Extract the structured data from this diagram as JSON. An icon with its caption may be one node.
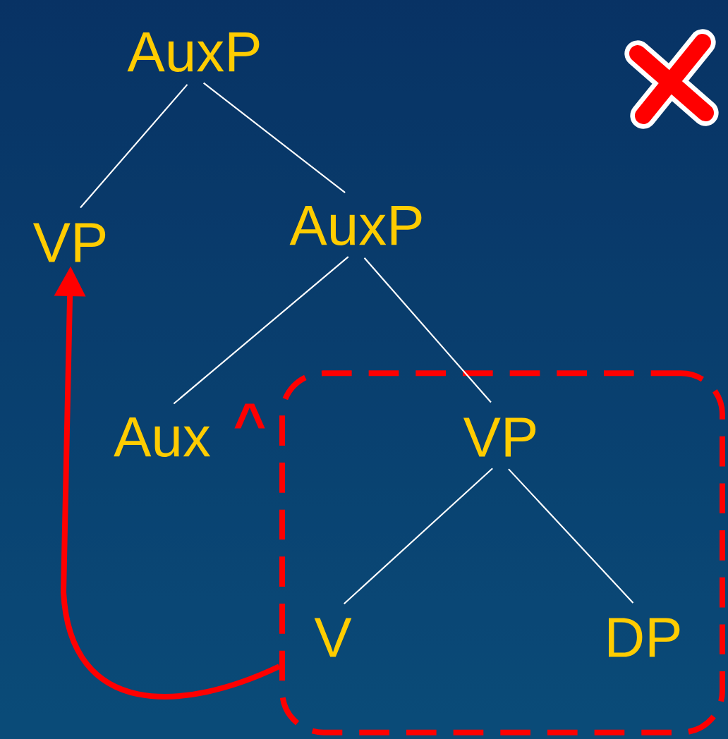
{
  "diagram": {
    "nodes": [
      {
        "text": [
          "AuxP"
        ]
      },
      {
        "text": [
          "VP"
        ]
      },
      {
        "text": [
          "AuxP"
        ]
      },
      {
        "text": [
          "Aux"
        ]
      },
      {
        "text": [],
        "shape": "box"
      },
      {
        "text": [
          "VP"
        ],
        "in": 4
      },
      {
        "text": [
          "V"
        ],
        "in": 4
      },
      {
        "text": [
          "DP"
        ],
        "in": 4
      }
    ],
    "edges": [
      {
        "from": 0,
        "to": 1,
        "arrow": "none"
      },
      {
        "from": 0,
        "to": 2,
        "arrow": "none"
      },
      {
        "from": 2,
        "to": 3,
        "arrow": "none"
      },
      {
        "from": 2,
        "to": 5,
        "arrow": "none"
      },
      {
        "from": 5,
        "to": 6,
        "arrow": "none"
      },
      {
        "from": 5,
        "to": 7,
        "arrow": "none"
      },
      {
        "from": 4,
        "to": 1,
        "arrow": "to",
        "style": "thick",
        "color": "#ff0000"
      }
    ],
    "labels": [
      "^"
    ]
  }
}
